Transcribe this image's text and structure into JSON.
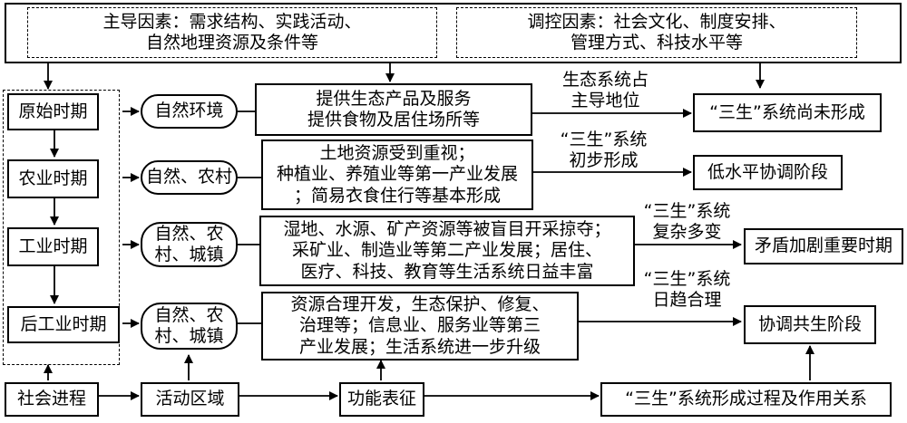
{
  "top_factors": {
    "leading": [
      "主导因素：需求结构、实践活动、",
      "自然地理资源及条件等"
    ],
    "regulating": [
      "调控因素：社会文化、制度安排、",
      "管理方式、科技水平等"
    ]
  },
  "periods": [
    "原始时期",
    "农业时期",
    "工业时期",
    "后工业时期"
  ],
  "regions": [
    [
      "自然环境"
    ],
    [
      "自然、农村"
    ],
    [
      "自然、农",
      "村、城镇"
    ],
    [
      "自然、农",
      "村、城镇"
    ]
  ],
  "functions": [
    [
      "提供生态产品及服务",
      "提供食物及居住场所等"
    ],
    [
      "土地资源受到重视；",
      "种植业、养殖业等第一产业发展",
      "；简易衣食住行等基本形成"
    ],
    [
      "湿地、水源、矿产资源等被盲目开采掠夺；",
      "采矿业、制造业等第二产业发展；居住、",
      "医疗、科技、教育等生活系统日益丰富"
    ],
    [
      "资源合理开发，生态保护、修复、",
      "治理等；信息业、服务业等第三",
      "产业发展；生活系统进一步升级"
    ]
  ],
  "arrow_labels": [
    [
      "生态系统占",
      "主导地位"
    ],
    [
      "“三生”系统",
      "初步形成"
    ],
    [
      "“三生”系统",
      "复杂多变"
    ],
    [
      "“三生”系统",
      "日趋合理"
    ]
  ],
  "stages": [
    "“三生”系统尚未形成",
    "低水平协调阶段",
    "矛盾加剧重要时期",
    "协调共生阶段"
  ],
  "bottom_row": [
    "社会进程",
    "活动区域",
    "功能表征",
    "“三生”系统形成过程及作用关系"
  ]
}
